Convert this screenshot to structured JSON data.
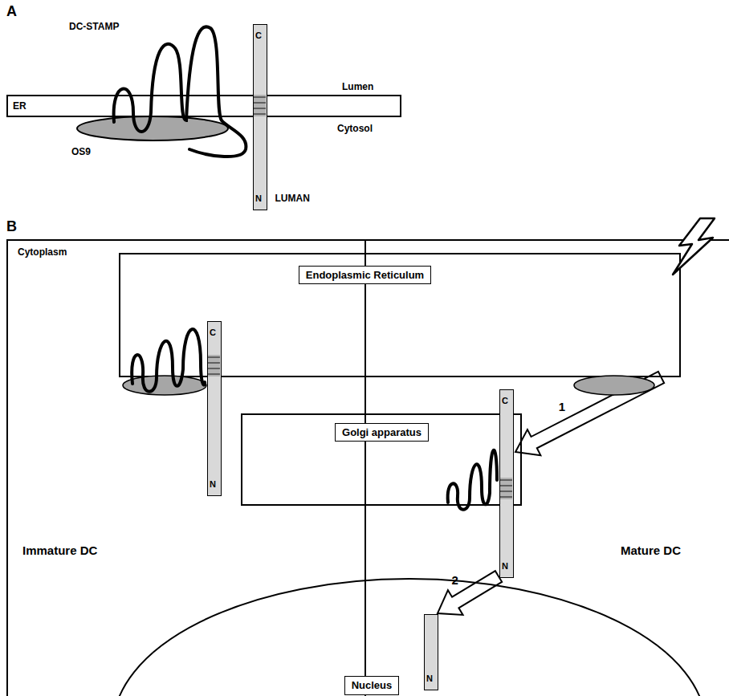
{
  "diagram": {
    "nodes": [
      {
        "text": [
          "ER"
        ]
      },
      {
        "text": [
          "C",
          "N",
          "LUMAN"
        ]
      },
      {
        "text": [
          "OS9"
        ]
      },
      {
        "text": [
          "Cytoplasm",
          "Immature DC",
          "Mature DC"
        ]
      },
      {
        "text": [
          "Endoplasmic Reticulum"
        ],
        "in": 3
      },
      {
        "text": [
          "Golgi apparatus"
        ],
        "in": 3
      },
      {
        "text": [
          "Nucleus"
        ],
        "in": 3
      },
      {
        "text": [
          "C",
          "N"
        ],
        "in": 3
      },
      {
        "text": [
          "C",
          "N"
        ],
        "in": 3
      },
      {
        "text": [
          "N"
        ],
        "in": 3
      }
    ],
    "edges": [
      {
        "from": 4,
        "to": 8,
        "arrow": "to",
        "label": "1"
      },
      {
        "from": 8,
        "to": 9,
        "arrow": "to",
        "label": "2"
      }
    ],
    "labels": [
      "A",
      "Lumen",
      "Cytosol",
      "DC-STAMP",
      "B"
    ]
  }
}
